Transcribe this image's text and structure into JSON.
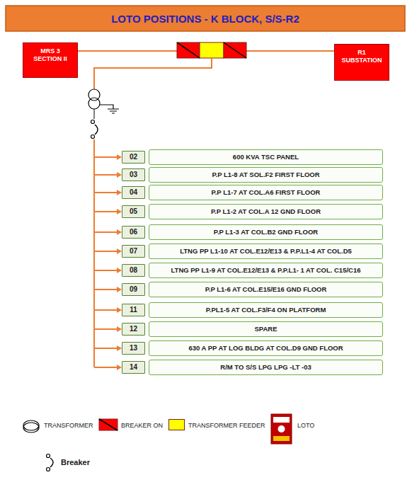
{
  "diagram": {
    "title": "LOTO POSITIONS - K BLOCK, S/S-R2",
    "nodes": [
      {
        "text": [
          "MRS 3 SECTION II"
        ]
      },
      {
        "text": [
          "R1 SUBSTATION"
        ]
      },
      {
        "text": [
          "02"
        ]
      },
      {
        "text": [
          "600 KVA TSC PANEL"
        ]
      },
      {
        "text": [
          "03"
        ]
      },
      {
        "text": [
          "P.P L1-8 AT SOL.F2 FIRST FLOOR"
        ]
      },
      {
        "text": [
          "04"
        ]
      },
      {
        "text": [
          "P.P L1-7 AT COL.A6 FIRST FLOOR"
        ]
      },
      {
        "text": [
          "05"
        ]
      },
      {
        "text": [
          "P.P L1-2 AT COL.A 12 GND FLOOR"
        ]
      },
      {
        "text": [
          "06"
        ]
      },
      {
        "text": [
          "P.P L1-3 AT COL.B2 GND FLOOR"
        ]
      },
      {
        "text": [
          "07"
        ]
      },
      {
        "text": [
          "LTNG PP L1-10 AT COL.E12/E13 & P.P.L1-4 AT COL.D5"
        ]
      },
      {
        "text": [
          "08"
        ]
      },
      {
        "text": [
          "LTNG PP L1-9 AT COL.E12/E13 & P.P.L1- 1 AT COL. C15/C16"
        ]
      },
      {
        "text": [
          "09"
        ]
      },
      {
        "text": [
          "P.P L1-6 AT COL.E15/E16 GND FLOOR"
        ]
      },
      {
        "text": [
          "11"
        ]
      },
      {
        "text": [
          "P.PL1-5 AT COL.F3/F4 ON PLATFORM"
        ]
      },
      {
        "text": [
          "12"
        ]
      },
      {
        "text": [
          "SPARE"
        ]
      },
      {
        "text": [
          "13"
        ]
      },
      {
        "text": [
          "630 A PP AT LOG BLDG AT COL.D9 GND FLOOR"
        ]
      },
      {
        "text": [
          "14"
        ]
      },
      {
        "text": [
          "R/M TO S/S LPG LPG -LT -03"
        ]
      }
    ],
    "edges": [
      {
        "from": 0,
        "to": 1,
        "arrow": "none"
      }
    ],
    "legend": [
      {
        "text": "TRANSFORMER"
      },
      {
        "text": "BREAKER ON"
      },
      {
        "text": "TRANSFORMER FEEDER",
        "color": "#FFFF00"
      },
      {
        "text": "LOTO"
      },
      {
        "text": "Breaker"
      }
    ]
  }
}
